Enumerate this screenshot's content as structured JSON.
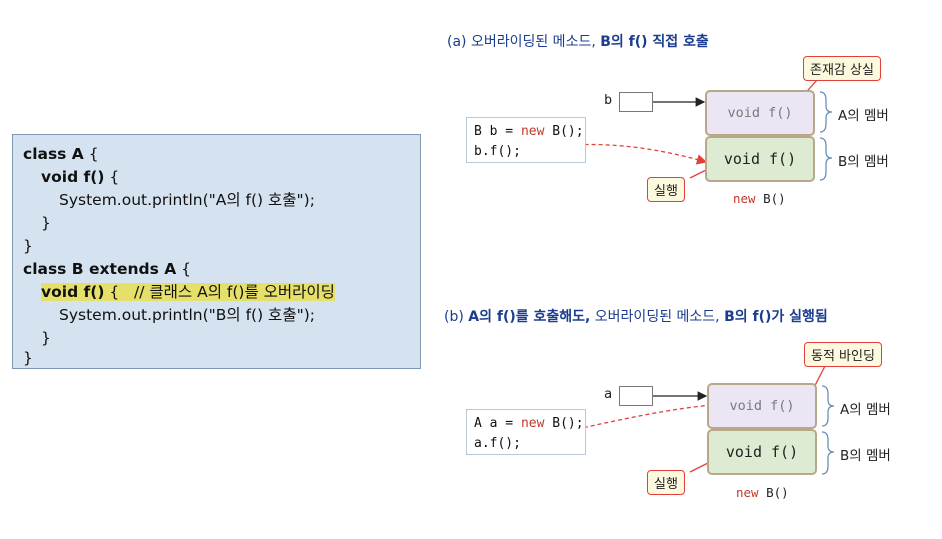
{
  "code": {
    "line1": {
      "kw": "class A",
      "rest": " {"
    },
    "line2": {
      "kw": "void f()",
      "rest": " {"
    },
    "line3": "System.out.println(\"A의 f() 호출\");",
    "line4": "}",
    "line5": "}",
    "line6": {
      "kw": "class B extends A",
      "rest": " {"
    },
    "line7": {
      "kw": "void f()",
      "rest": " {   // 클래스 A의 f()를 오버라이딩"
    },
    "line8": "System.out.println(\"B의 f() 호출\");",
    "line9": "}",
    "line10": "}"
  },
  "panel_a": {
    "caption_pre": "(a) 오버라이딩된 메소드, ",
    "caption_bold": "B의 f() 직접 호출",
    "src_line1_pre": "B b = ",
    "src_line1_new": "new",
    "src_line1_post": " B();",
    "src_line2": "b.f();",
    "var": "b",
    "method_a": "void f()",
    "method_b": "void f()",
    "member_a": "A의 멤버",
    "member_b": "B의 멤버",
    "new_kw": "new",
    "new_rest": " B()",
    "callout_top": "존재감 상실",
    "callout_exec": "실행"
  },
  "panel_b": {
    "caption_pre": "(b) ",
    "caption_bold1": "A의 f()를 호출해도,",
    "caption_mid": " 오버라이딩된 메소드, ",
    "caption_bold2": "B의 f()가 실행됨",
    "src_line1_pre": "A a = ",
    "src_line1_new": "new",
    "src_line1_post": " B();",
    "src_line2": "a.f();",
    "var": "a",
    "method_a": "void f()",
    "method_b": "void f()",
    "member_a": "A의 멤버",
    "member_b": "B의 멤버",
    "new_kw": "new",
    "new_rest": " B()",
    "callout_top": "동적 바인딩",
    "callout_exec": "실행"
  },
  "colors": {
    "caption": "#1b3c8f",
    "call_border": "#e2403a",
    "new_kw": "#c0392b",
    "highlight": "#e6e06a"
  }
}
